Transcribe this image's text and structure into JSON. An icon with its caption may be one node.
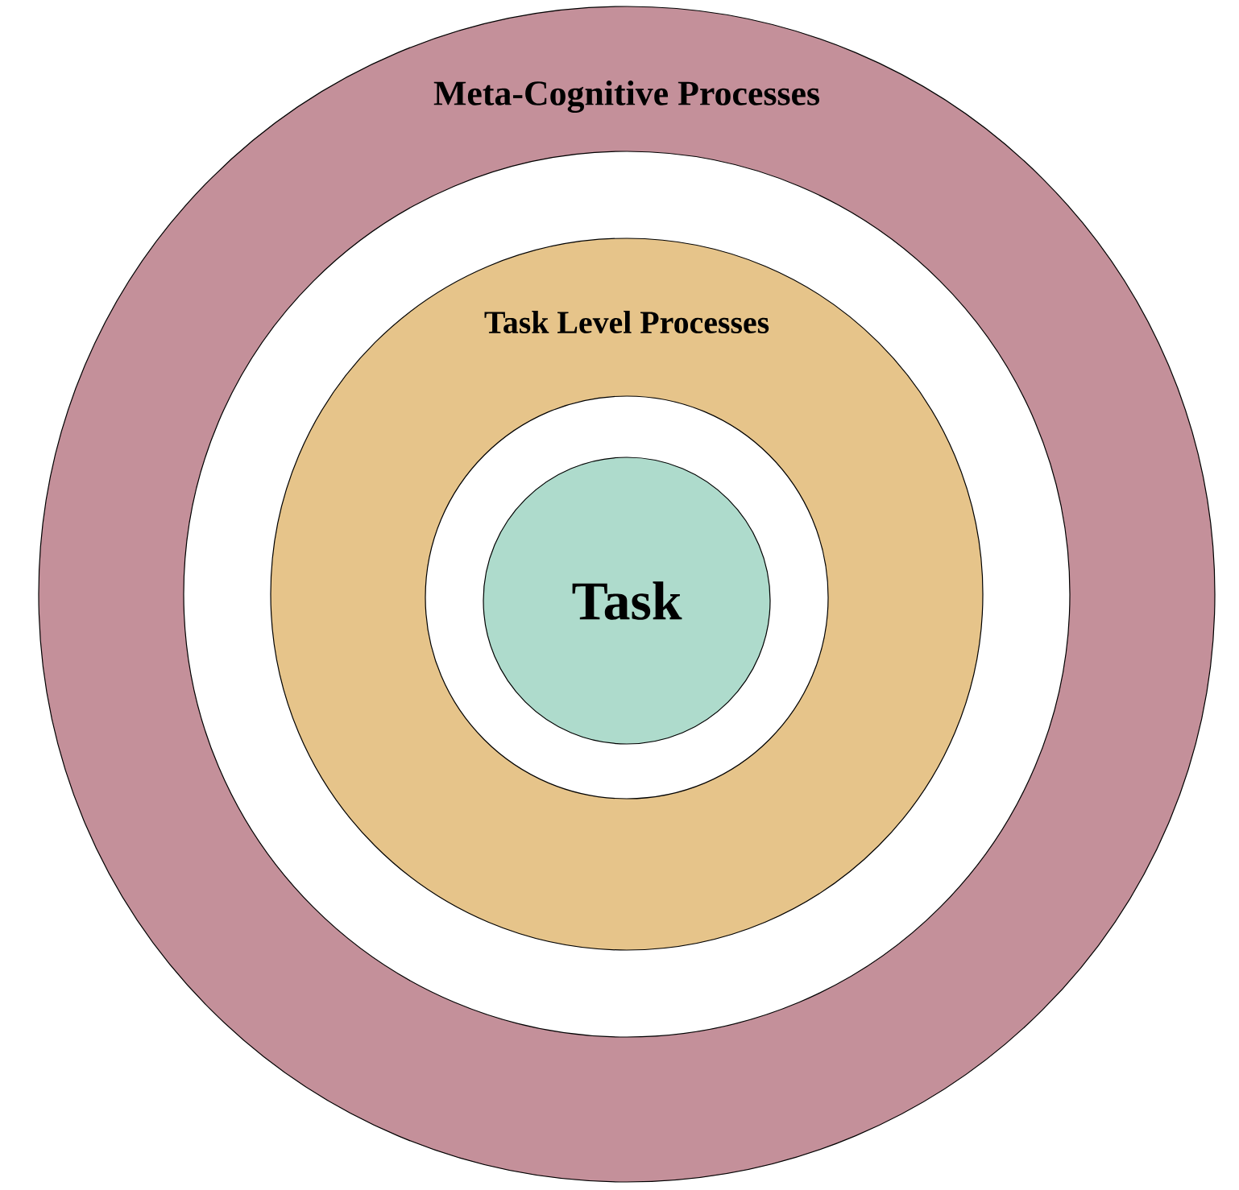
{
  "diagram": {
    "nodes": [
      {
        "text": [
          "Meta-Cognitive Processes"
        ]
      },
      {
        "text": [],
        "shape": "circle",
        "in": 0
      },
      {
        "text": [
          "Task Level Processes"
        ],
        "in": 1
      },
      {
        "text": [],
        "shape": "circle",
        "in": 2
      },
      {
        "text": [
          "Task"
        ],
        "in": 3
      }
    ]
  }
}
